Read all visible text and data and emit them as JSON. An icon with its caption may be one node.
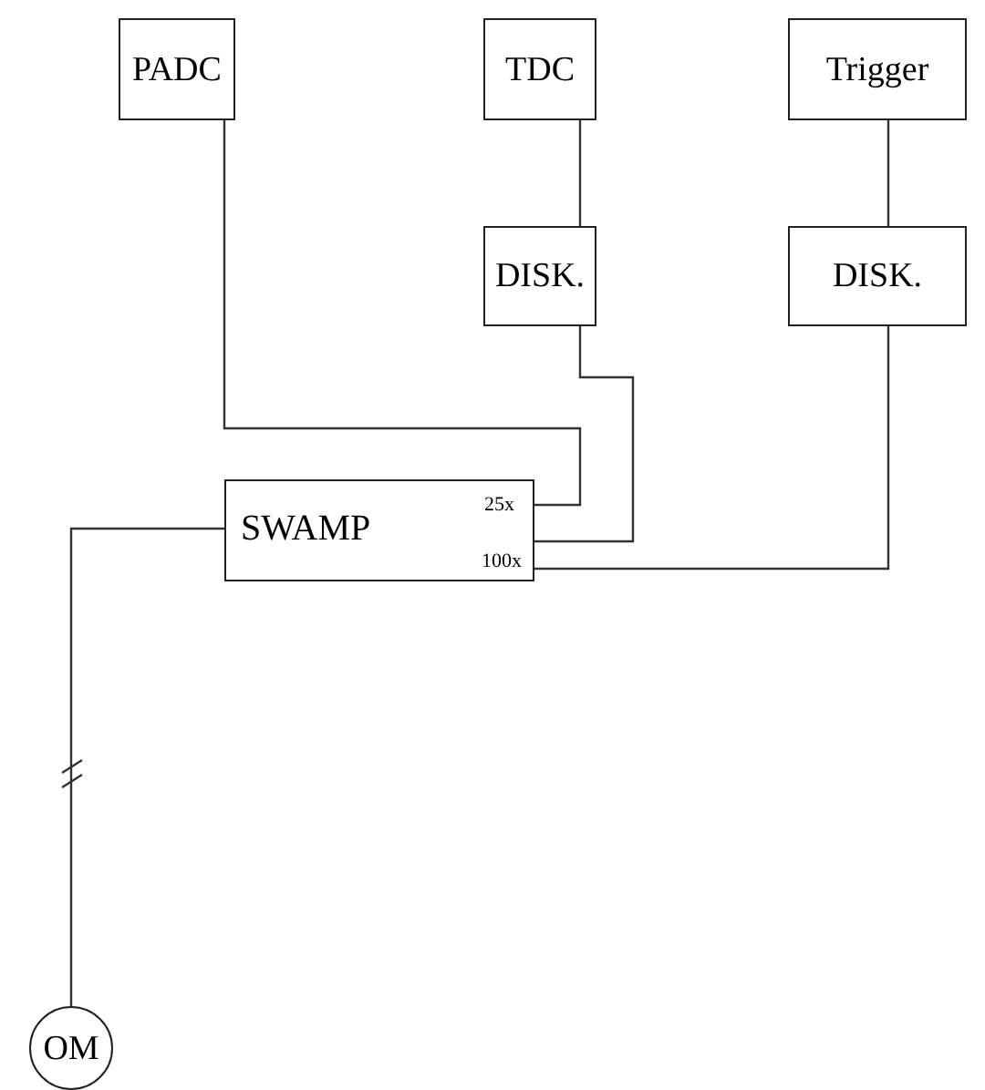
{
  "diagram": {
    "nodes": [
      {
        "text": [
          "PADC"
        ]
      },
      {
        "text": [
          "TDC"
        ]
      },
      {
        "text": [
          "Trigger"
        ]
      },
      {
        "text": [
          "DISK."
        ]
      },
      {
        "text": [
          "DISK."
        ]
      },
      {
        "text": [
          "SWAMP",
          "25x",
          "100x"
        ]
      },
      {
        "text": [
          "OM"
        ]
      }
    ],
    "edges": [
      {
        "from": 0,
        "to": 5,
        "arrow": "none"
      },
      {
        "from": 1,
        "to": 3,
        "arrow": "none"
      },
      {
        "from": 3,
        "to": 5,
        "arrow": "none"
      },
      {
        "from": 2,
        "to": 4,
        "arrow": "none"
      },
      {
        "from": 4,
        "to": 5,
        "arrow": "none"
      },
      {
        "from": 5,
        "to": 6,
        "arrow": "none"
      }
    ]
  }
}
